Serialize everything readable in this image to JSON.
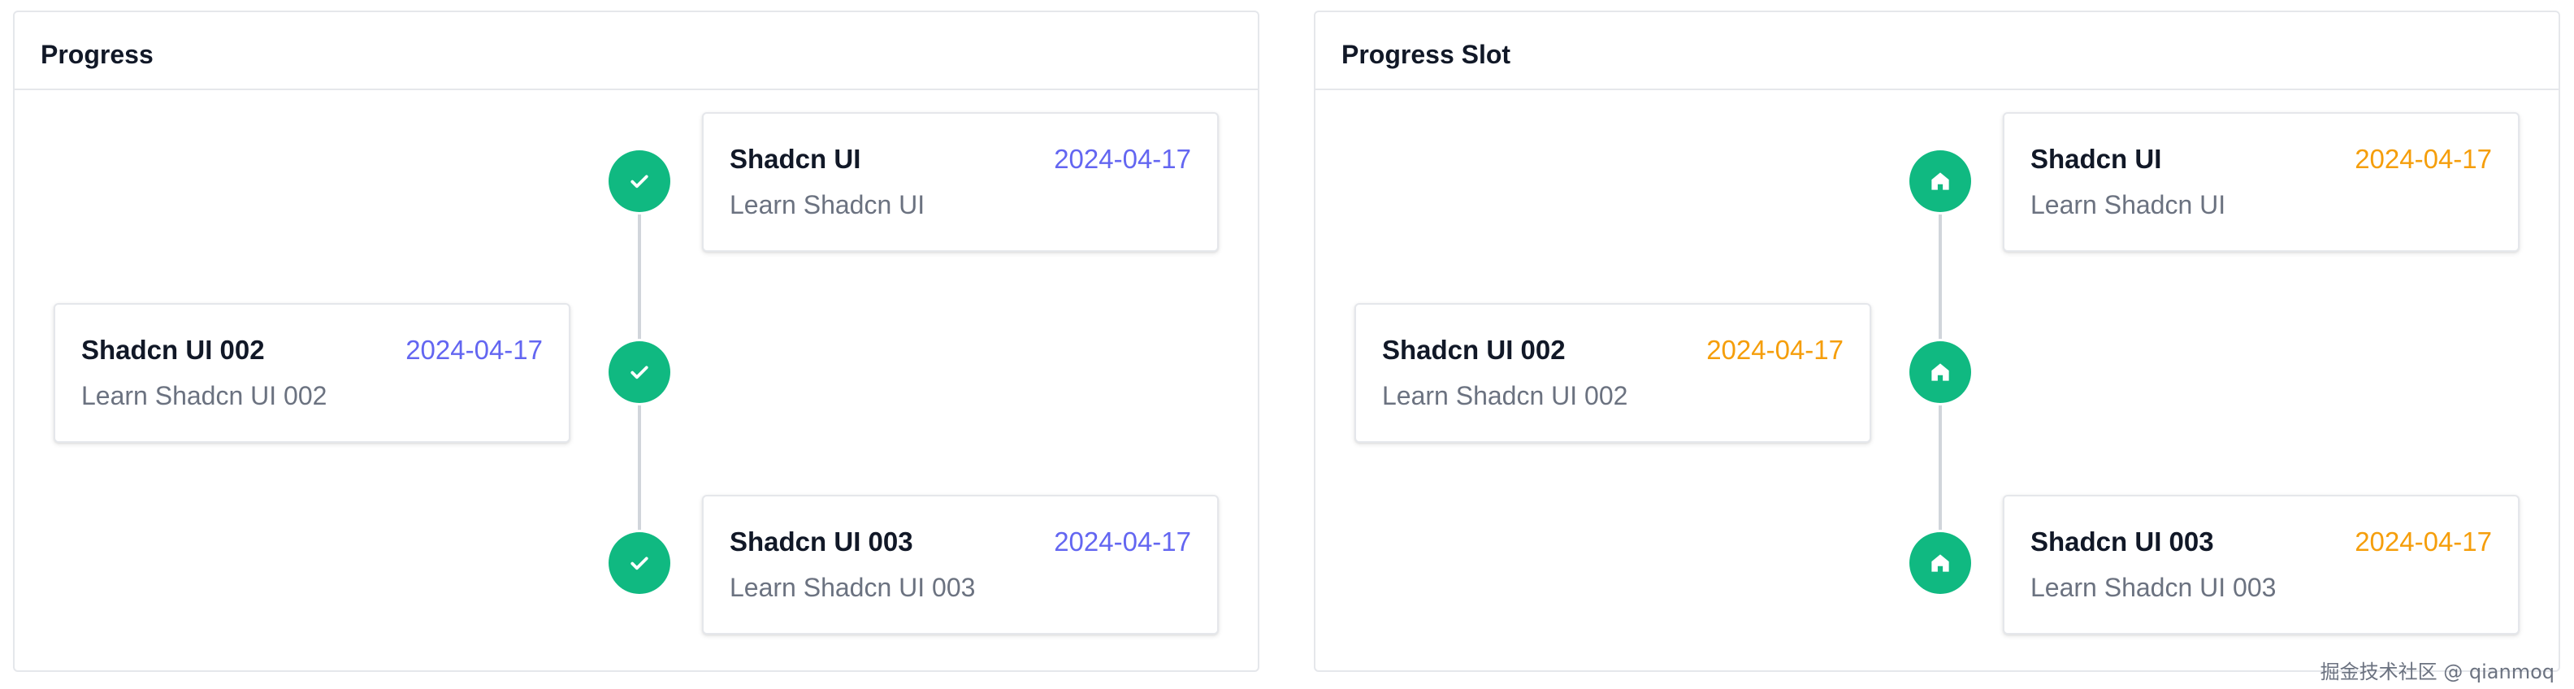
{
  "panels": [
    {
      "title": "Progress",
      "icon": "check-icon",
      "date_color": "#6366f1",
      "items": [
        {
          "title": "Shadcn UI",
          "date": "2024-04-17",
          "description": "Learn Shadcn UI",
          "side": "right"
        },
        {
          "title": "Shadcn UI 002",
          "date": "2024-04-17",
          "description": "Learn Shadcn UI 002",
          "side": "left"
        },
        {
          "title": "Shadcn UI 003",
          "date": "2024-04-17",
          "description": "Learn Shadcn UI 003",
          "side": "right"
        }
      ]
    },
    {
      "title": "Progress Slot",
      "icon": "home-icon",
      "date_color": "#f59e0b",
      "items": [
        {
          "title": "Shadcn UI",
          "date": "2024-04-17",
          "description": "Learn Shadcn UI",
          "side": "right"
        },
        {
          "title": "Shadcn UI 002",
          "date": "2024-04-17",
          "description": "Learn Shadcn UI 002",
          "side": "left"
        },
        {
          "title": "Shadcn UI 003",
          "date": "2024-04-17",
          "description": "Learn Shadcn UI 003",
          "side": "right"
        }
      ]
    }
  ],
  "colors": {
    "node": "#10b981",
    "line": "#d1d5db",
    "border": "#e5e7eb"
  },
  "watermark": "掘金技术社区 @ qianmoq"
}
